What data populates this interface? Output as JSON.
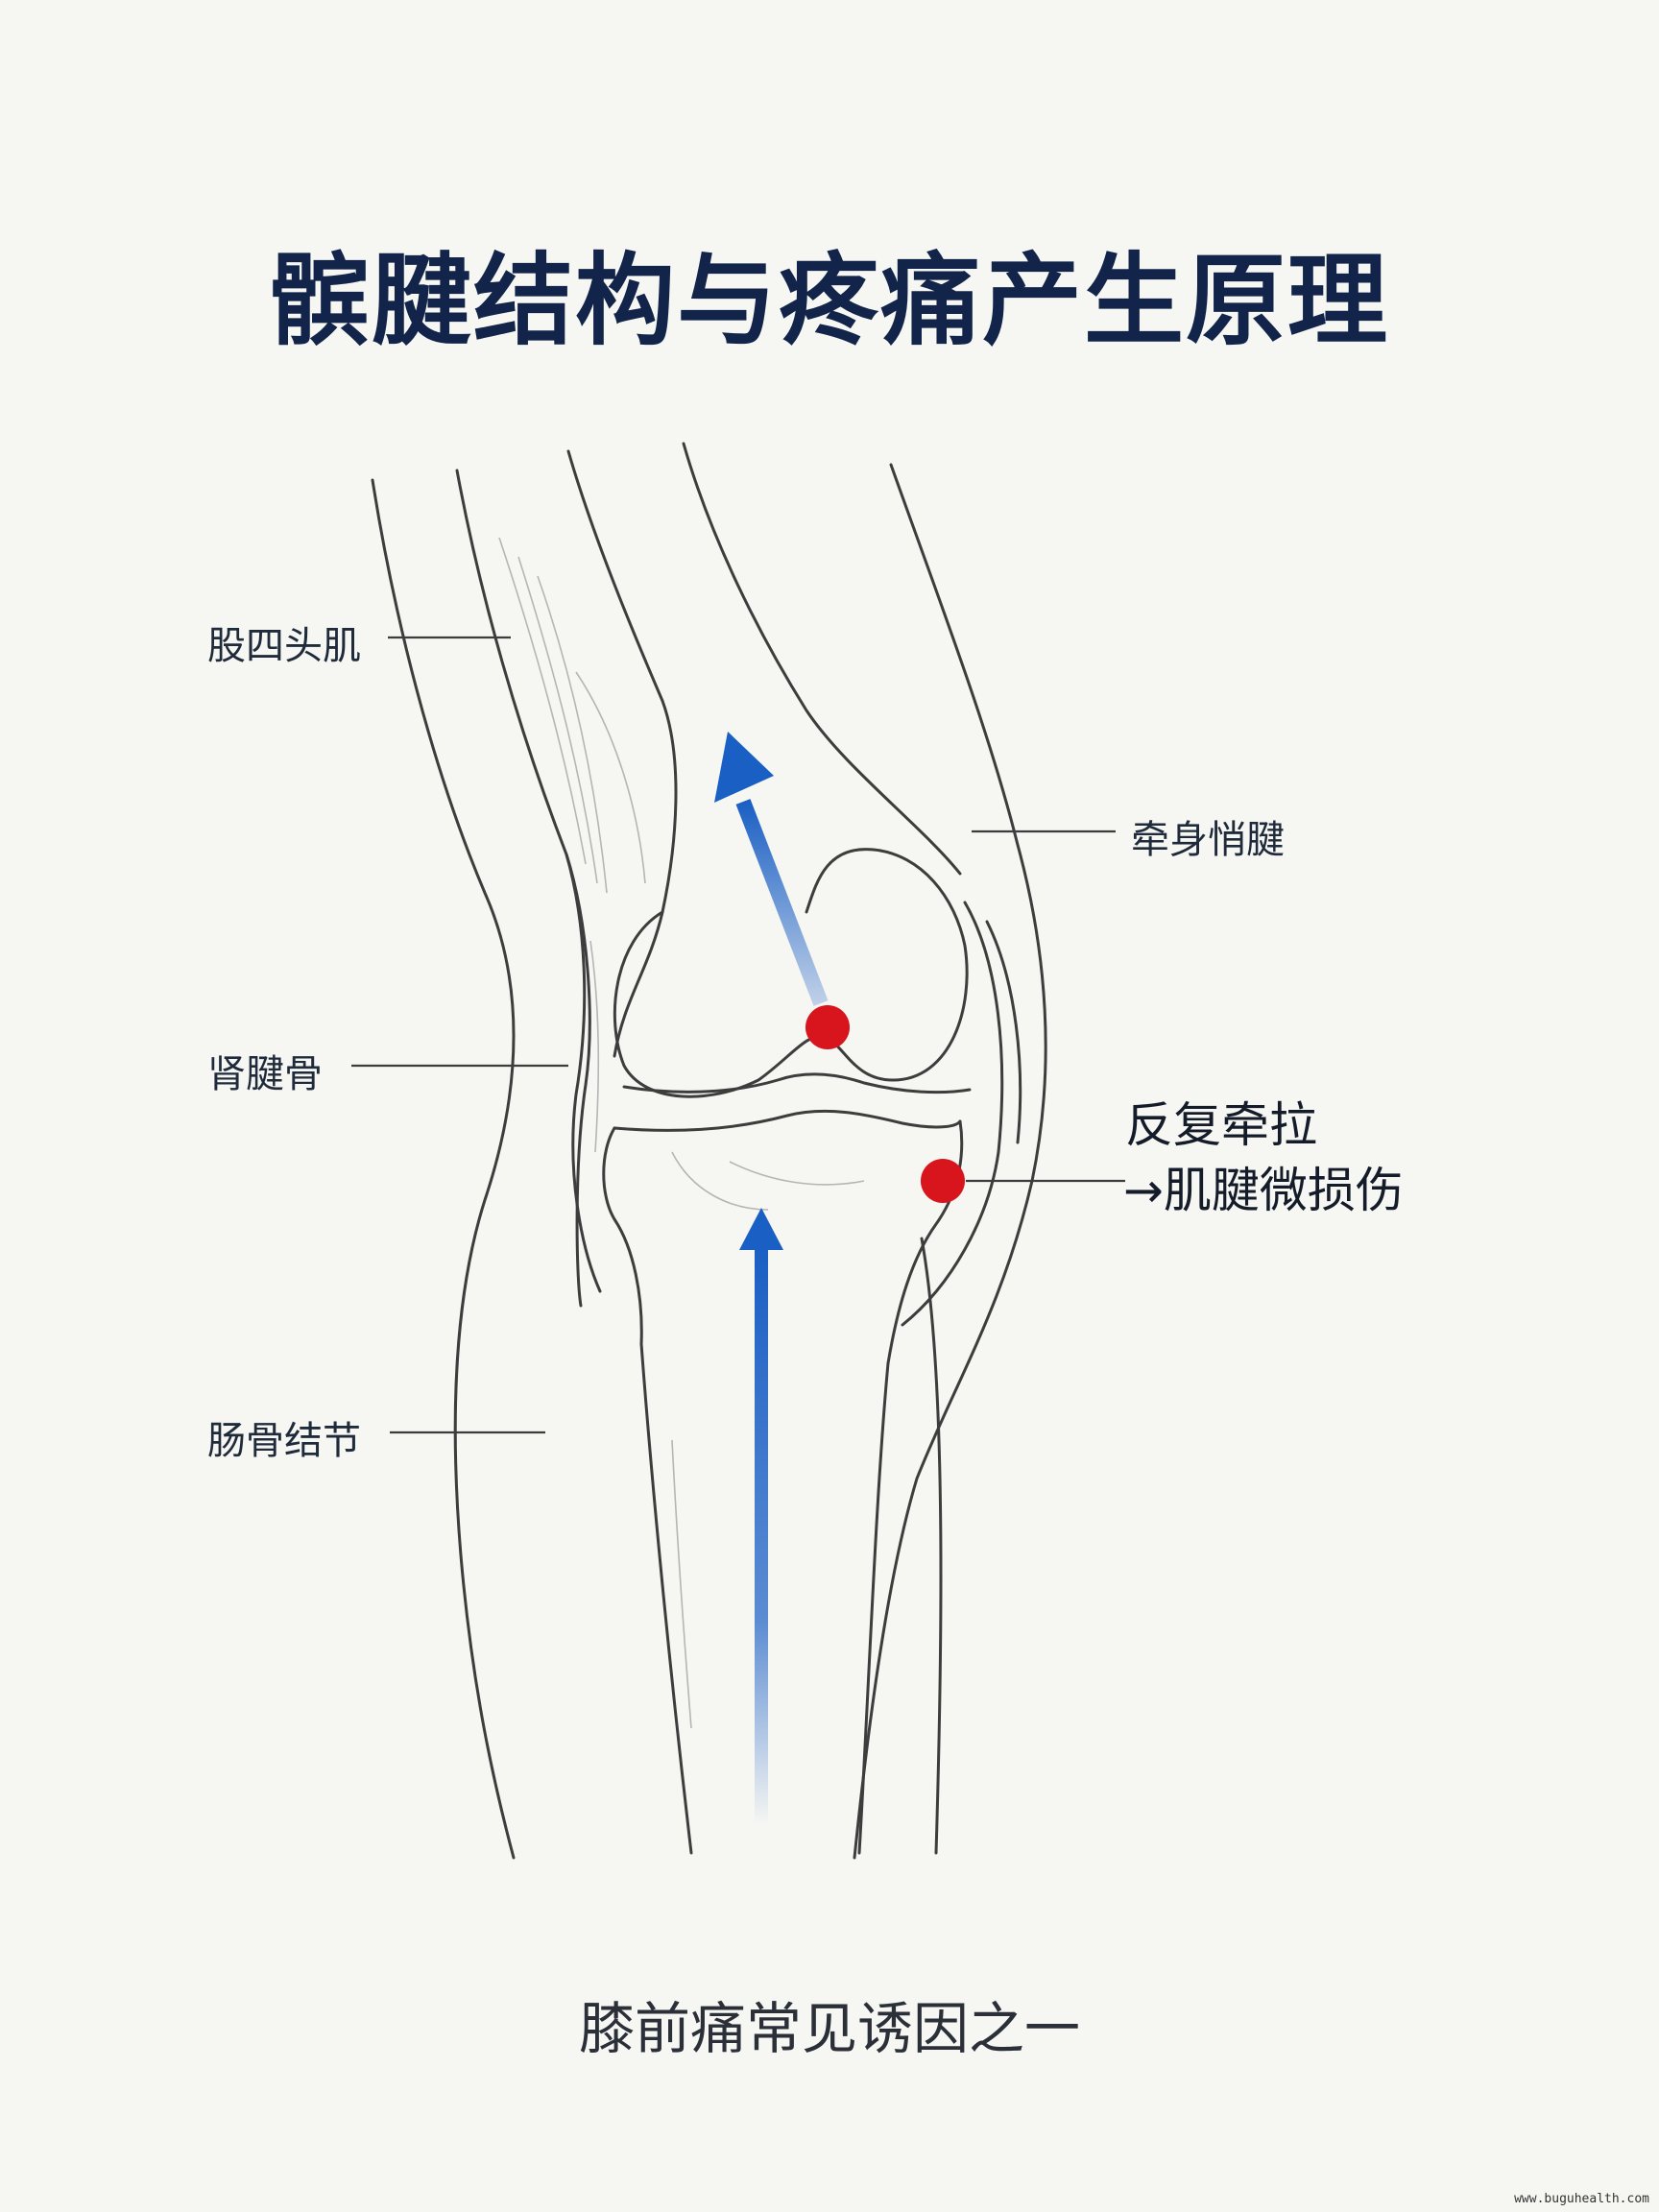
{
  "title": "髌腱结构与疼痛产生原理",
  "labels": {
    "quadriceps": "股四头肌",
    "patellar_tendon_right": "牵身悄腱",
    "patella": "肾腱骨",
    "tibial_tuberosity": "肠骨结节"
  },
  "annotation": {
    "line1": "反复牵拉",
    "line2": "→肌腱微损伤"
  },
  "caption": "膝前痛常见诱因之一",
  "watermark": "www.buguhealth.com",
  "colors": {
    "title": "#12244a",
    "arrow": "#1a5fc4",
    "pain_point": "#d8141c",
    "outline": "#3d3d3d"
  }
}
